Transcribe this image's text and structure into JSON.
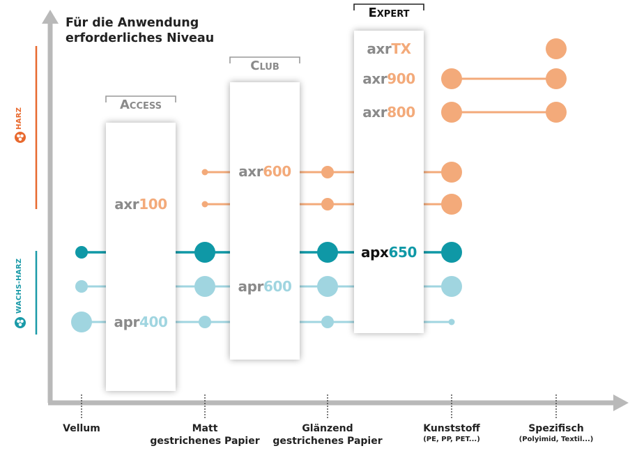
{
  "title_lines": [
    "Für die Anwendung",
    "erforderliches Niveau"
  ],
  "levels": {
    "access": "Access",
    "club": "Club",
    "expert": "Expert"
  },
  "y_groups": {
    "harz": "HARZ",
    "wachs_harz": "WACHS-HARZ"
  },
  "x_categories": [
    {
      "line1": "Vellum",
      "line2": ""
    },
    {
      "line1": "Matt",
      "line2": "gestrichenes Papier"
    },
    {
      "line1": "Glänzend",
      "line2": "gestrichenes Papier"
    },
    {
      "line1": "Kunststoff",
      "line2": "(PE, PP, PET...)"
    },
    {
      "line1": "Spezifisch",
      "line2": "(Polyimid, Textil...)"
    }
  ],
  "products": {
    "axr100": {
      "brand": "axr",
      "num": "100"
    },
    "axr600": {
      "brand": "axr",
      "num": "600"
    },
    "axr800": {
      "brand": "axr",
      "num": "800"
    },
    "axr900": {
      "brand": "axr",
      "num": "900"
    },
    "axrtx": {
      "brand": "axr",
      "num": "TX"
    },
    "apr400": {
      "brand": "apr",
      "num": "400"
    },
    "apr600": {
      "brand": "apr",
      "num": "600"
    },
    "apx650": {
      "brand": "apx",
      "num": "650"
    }
  },
  "colors": {
    "harz": "#f3aa7a",
    "harz_axis": "#e8692e",
    "wachs_dark": "#0f98a6",
    "wachs_light": "#a0d5e0",
    "wachs_axis": "#1a9aa8",
    "axis": "#b9b9b9",
    "brand_grey": "#8a8a8a",
    "apx_black": "#111111"
  }
}
